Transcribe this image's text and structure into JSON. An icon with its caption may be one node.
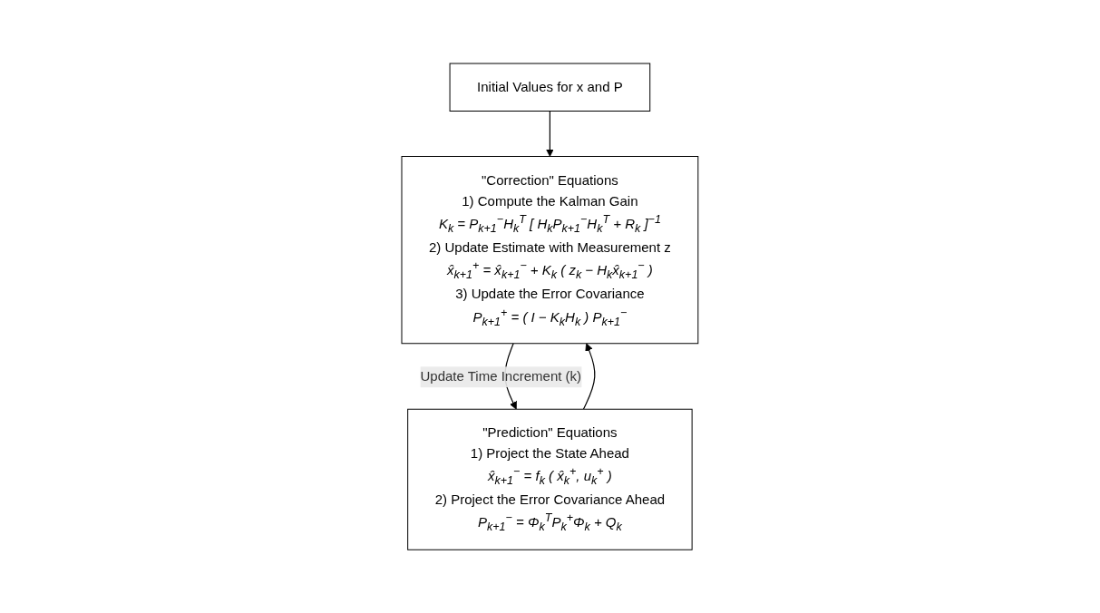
{
  "diagram": {
    "nodes": [
      {
        "text": [
          "Initial Values for x and P"
        ]
      },
      {
        "text": [
          "\"Correction\" Equations",
          "1) Compute the Kalman Gain",
          "K$_{k}$ = P$_{k+1}$$^{−}$H$_{k}$$^{T}$ [ H$_{k}$P$_{k+1}$$^{−}$H$_{k}$$^{T}$ + R$_{k}$ ]$^{−1}$",
          "2) Update Estimate with Measurement z",
          "x̂$_{k+1}$$^{+}$ = x̂$_{k+1}$$^{−}$ + K$_{k}$ ( z$_{k}$ − H$_{k}$x̂$_{k+1}$$^{−}$ )",
          "3) Update the Error Covariance",
          "P$_{k+1}$$^{+}$ = ( I − K$_{k}$H$_{k}$ ) P$_{k+1}$$^{−}$"
        ]
      },
      {
        "text": [
          "\"Prediction\" Equations",
          "1) Project the State Ahead",
          "x̂$_{k+1}$$^{−}$ = f$_{k}$ ( x̂$_{k}$$^{+}$, u$_{k}$$^{+}$ )",
          "2) Project the Error Covariance Ahead",
          "P$_{k+1}$$^{−}$ = Φ$_{k}$$^{T}$P$_{k}$$^{+}$Φ$_{k}$ + Q$_{k}$"
        ]
      }
    ],
    "edges": [
      {
        "from": 0,
        "to": 1,
        "arrow": "to"
      },
      {
        "from": 2,
        "to": 1,
        "arrow": "to"
      },
      {
        "from": 1,
        "to": 2,
        "label": "Update Time Increment (k)",
        "arrow": "to"
      }
    ]
  }
}
